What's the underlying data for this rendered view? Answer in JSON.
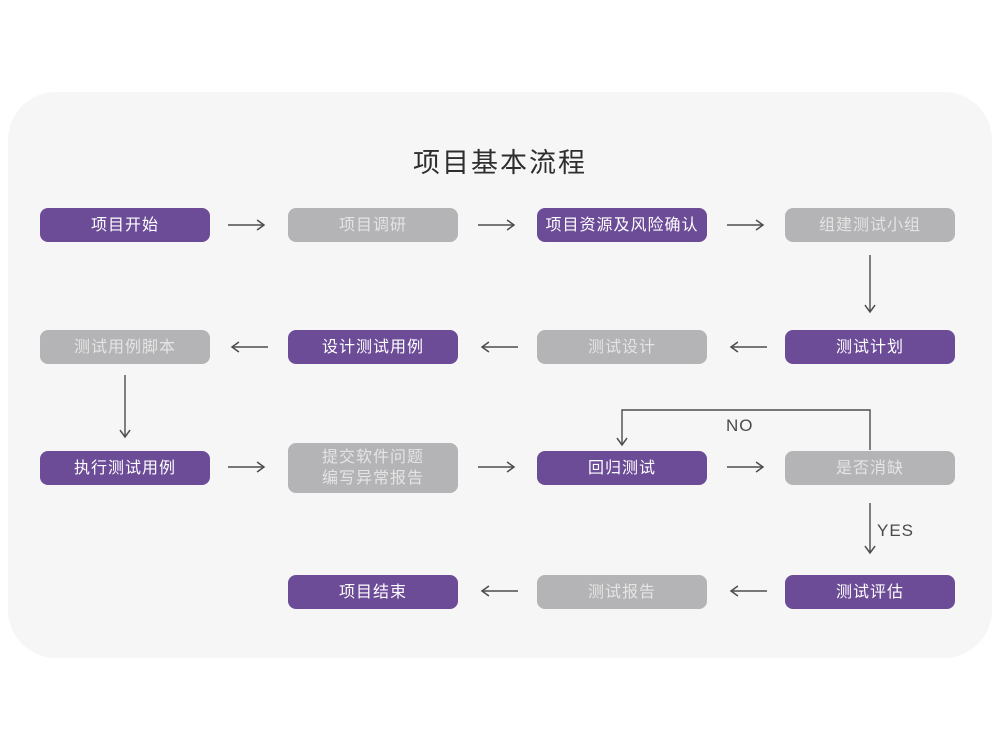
{
  "title": "项目基本流程",
  "labels": {
    "no": "NO",
    "yes": "YES"
  },
  "colors": {
    "page_bg": "#ffffff",
    "card_bg": "#f6f6f6",
    "node_purple": "#6c4b97",
    "node_gray": "#b4b4b6",
    "node_text_purple": "#ffffff",
    "node_text_gray": "#e4e4e4",
    "arrow": "#4d4d4d",
    "title_text": "#2e2e2e"
  },
  "nodes": [
    {
      "id": "project-start",
      "label": "项目开始",
      "variant": "purple"
    },
    {
      "id": "project-research",
      "label": "项目调研",
      "variant": "gray"
    },
    {
      "id": "resources-risk",
      "label": "项目资源及风险确认",
      "variant": "purple"
    },
    {
      "id": "build-test-team",
      "label": "组建测试小组",
      "variant": "gray"
    },
    {
      "id": "test-case-script",
      "label": "测试用例脚本",
      "variant": "gray"
    },
    {
      "id": "design-test-case",
      "label": "设计测试用例",
      "variant": "purple"
    },
    {
      "id": "test-design",
      "label": "测试设计",
      "variant": "gray"
    },
    {
      "id": "test-plan",
      "label": "测试计划",
      "variant": "purple"
    },
    {
      "id": "execute-test-case",
      "label": "执行测试用例",
      "variant": "purple"
    },
    {
      "id": "submit-issue-report",
      "label": "提交软件问题\n编写异常报告",
      "variant": "gray"
    },
    {
      "id": "regression-test",
      "label": "回归测试",
      "variant": "purple"
    },
    {
      "id": "defect-cleared",
      "label": "是否消缺",
      "variant": "gray"
    },
    {
      "id": "project-end",
      "label": "项目结束",
      "variant": "purple"
    },
    {
      "id": "test-report",
      "label": "测试报告",
      "variant": "gray"
    },
    {
      "id": "test-evaluation",
      "label": "测试评估",
      "variant": "purple"
    }
  ]
}
